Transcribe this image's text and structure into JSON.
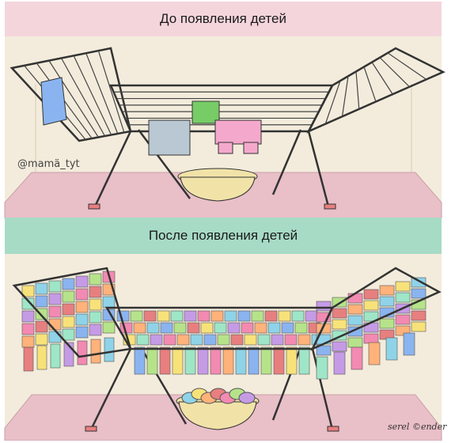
{
  "top_caption": "До появления детей",
  "bottom_caption": "После появления детей",
  "watermark": "@mamä_tyt",
  "signature": "serel ©ender",
  "colors": {
    "top_banner": "#f4d5dc",
    "bottom_banner": "#a7dbc6",
    "wall": "#f3ecdc",
    "carpet": "#e9bfc8",
    "basket": "#f1e3a8",
    "rack": "#ffffff",
    "outline": "#333333"
  },
  "laundry_palette": [
    "#f28ab2",
    "#8fd3e8",
    "#b6e38a",
    "#f7e27a",
    "#c59be6",
    "#ffb27a",
    "#8ab4f0",
    "#e77f7f",
    "#9ee6c7"
  ]
}
